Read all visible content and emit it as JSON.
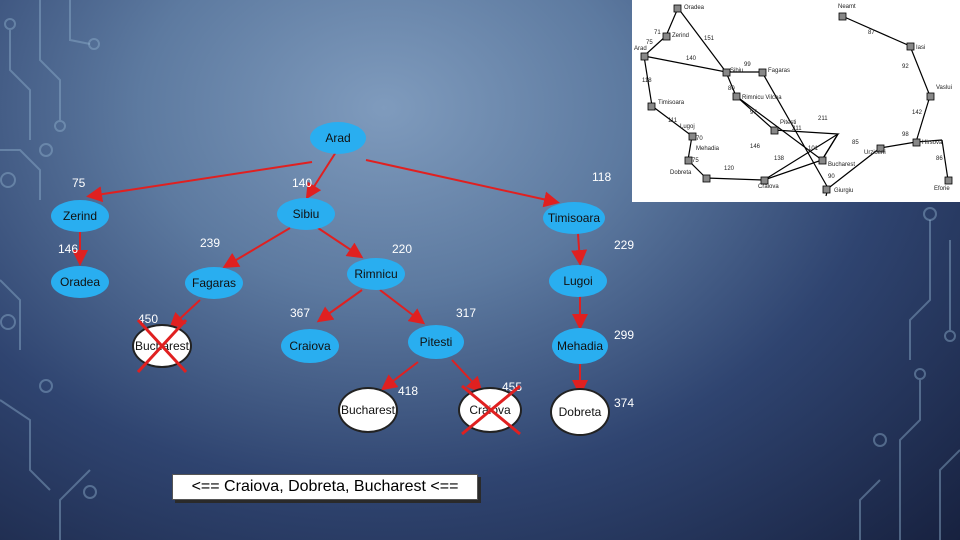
{
  "nodes": {
    "arad": "Arad",
    "zerind": "Zerind",
    "sibiu": "Sibiu",
    "timisoara": "Timisoara",
    "oradea": "Oradea",
    "fagaras": "Fagaras",
    "rimnicu": "Rimnicu",
    "lugoi": "Lugoi",
    "bucharest1": "Bucharest",
    "craiova1": "Craiova",
    "pitesti": "Pitesti",
    "mehadia": "Mehadia",
    "bucharest2": "Bucharest",
    "craiova2": "Craiova",
    "dobreta": "Dobreta"
  },
  "costs": {
    "zerind": "75",
    "sibiu": "140",
    "timisoara": "118",
    "oradea": "146",
    "fagaras": "239",
    "rimnicu": "220",
    "lugoi": "229",
    "bucharest1": "450",
    "craiova1": "367",
    "pitesti": "317",
    "mehadia": "299",
    "bucharest2": "418",
    "craiova2": "455",
    "dobreta": "374"
  },
  "result": "<== Craiova, Dobreta, Bucharest <==",
  "colors": {
    "node": "#29aef0",
    "edge": "#e02020",
    "cross": "#e02020"
  },
  "map": {
    "cities": {
      "oradea": "Oradea",
      "zerind": "Zerind",
      "arad": "Arad",
      "sibiu": "Sibiu",
      "fagaras": "Fagaras",
      "timisoara": "Timisoara",
      "rimnicu": "Rimnicu Vilcea",
      "lugoj": "Lugoj",
      "pitesti": "Pitesti",
      "mehadia": "Mehadia",
      "dobreta": "Dobreta",
      "craiova": "Craiova",
      "bucharest": "Bucharest",
      "giurgiu": "Giurgiu",
      "urziceni": "Urziceni",
      "hirsova": "Hirsova",
      "eforie": "Eforie",
      "vaslui": "Vaslui",
      "iasi": "Iasi",
      "neamt": "Neamt"
    },
    "distances": [
      "71",
      "151",
      "75",
      "140",
      "99",
      "118",
      "80",
      "211",
      "97",
      "111",
      "146",
      "101",
      "138",
      "70",
      "75",
      "120",
      "90",
      "85",
      "98",
      "86",
      "142",
      "92",
      "87",
      "211"
    ]
  }
}
